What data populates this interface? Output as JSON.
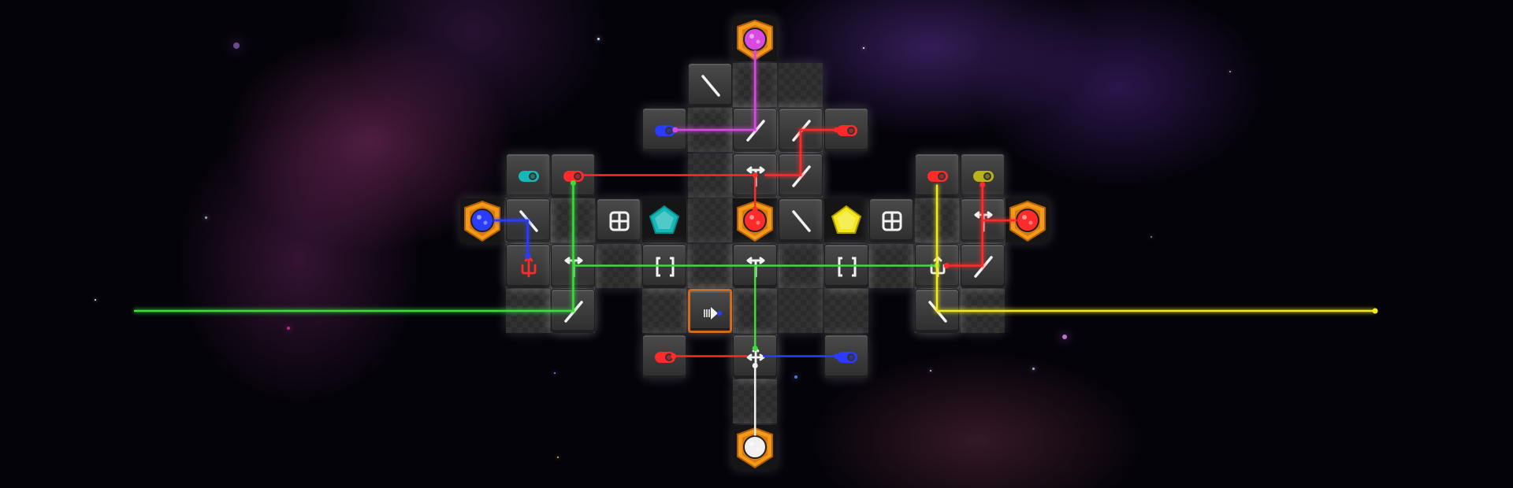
{
  "game": {
    "colors": {
      "red": "#ff2a2a",
      "green": "#3bdc3b",
      "blue": "#2a3cff",
      "yellow": "#f2e81c",
      "purple": "#d64ae0",
      "cyan": "#18b7b7",
      "olive": "#b9b21a",
      "white": "#f0f0f0",
      "orange": "#f39a1a"
    },
    "pieces": [
      {
        "type": "source",
        "color": "purple"
      },
      {
        "type": "mirror-backslash"
      },
      {
        "type": "toggle",
        "color": "blue"
      },
      {
        "type": "mirror-slash"
      },
      {
        "type": "mirror-slash"
      },
      {
        "type": "toggle",
        "color": "red"
      },
      {
        "type": "toggle",
        "color": "cyan"
      },
      {
        "type": "toggle",
        "color": "red"
      },
      {
        "type": "splitter-t"
      },
      {
        "type": "mirror-slash"
      },
      {
        "type": "toggle",
        "color": "red"
      },
      {
        "type": "toggle",
        "color": "olive"
      },
      {
        "type": "source",
        "color": "blue"
      },
      {
        "type": "mirror-backslash"
      },
      {
        "type": "quad-block"
      },
      {
        "type": "gem",
        "color": "cyan"
      },
      {
        "type": "source",
        "color": "red"
      },
      {
        "type": "mirror-backslash"
      },
      {
        "type": "gem",
        "color": "yellow"
      },
      {
        "type": "quad-block"
      },
      {
        "type": "splitter-t"
      },
      {
        "type": "source",
        "color": "red"
      },
      {
        "type": "trident",
        "color": "red"
      },
      {
        "type": "splitter-t"
      },
      {
        "type": "bracket"
      },
      {
        "type": "splitter-t"
      },
      {
        "type": "bracket"
      },
      {
        "type": "trident",
        "color": "white"
      },
      {
        "type": "mirror-slash"
      },
      {
        "type": "mirror-slash"
      },
      {
        "type": "arrow-emitter",
        "color": "blue",
        "selected": true
      },
      {
        "type": "mirror-backslash"
      },
      {
        "type": "toggle",
        "color": "red"
      },
      {
        "type": "splitter-cross"
      },
      {
        "type": "toggle",
        "color": "blue"
      },
      {
        "type": "source",
        "color": "white"
      }
    ]
  }
}
